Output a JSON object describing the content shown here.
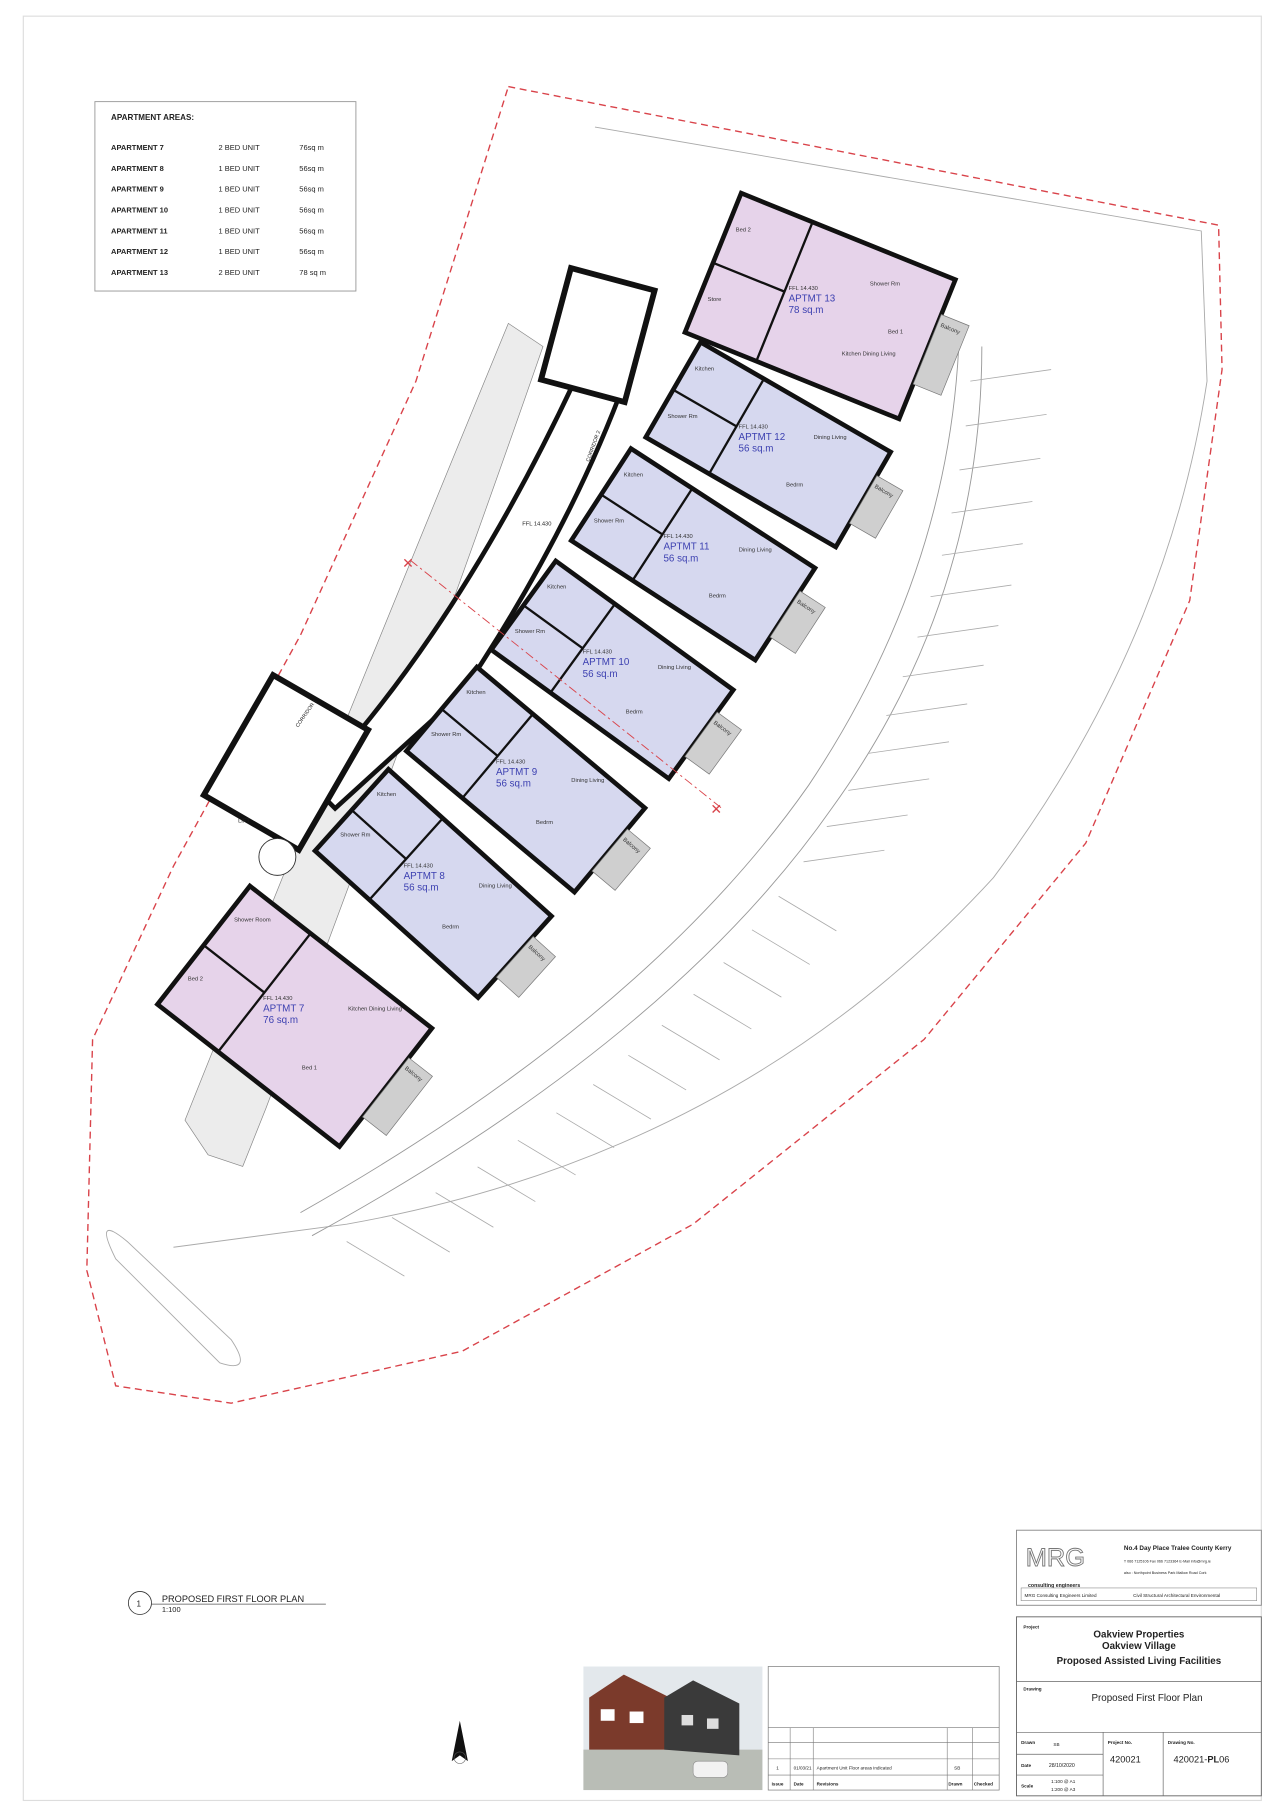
{
  "areas_table": {
    "title": "APARTMENT AREAS:",
    "rows": [
      {
        "name": "APARTMENT 7",
        "type": "2 BED UNIT",
        "area": "76sq m"
      },
      {
        "name": "APARTMENT 8",
        "type": "1 BED UNIT",
        "area": "56sq m"
      },
      {
        "name": "APARTMENT 9",
        "type": "1 BED UNIT",
        "area": "56sq m"
      },
      {
        "name": "APARTMENT 10",
        "type": "1 BED UNIT",
        "area": "56sq m"
      },
      {
        "name": "APARTMENT 11",
        "type": "1 BED UNIT",
        "area": "56sq m"
      },
      {
        "name": "APARTMENT 12",
        "type": "1 BED UNIT",
        "area": "56sq m"
      },
      {
        "name": "APARTMENT 13",
        "type": "2 BED UNIT",
        "area": "78 sq m"
      }
    ]
  },
  "plan": {
    "apartments": [
      {
        "label": "APTMT 13",
        "area": "78 sq.m",
        "rooms": [
          "Bed 2",
          "Store",
          "Kitchen Dining Living",
          "Shower Rm",
          "Bed 1"
        ],
        "color": "#e6d3ea"
      },
      {
        "label": "APTMT 12",
        "area": "56 sq.m",
        "rooms": [
          "Kitchen",
          "Shower Rm",
          "Bedrm",
          "Dining Living"
        ],
        "color": "#d6d8ef"
      },
      {
        "label": "APTMT 11",
        "area": "56 sq.m",
        "rooms": [
          "Kitchen",
          "Shower Rm",
          "Bedrm",
          "Dining Living"
        ],
        "color": "#d6d8ef"
      },
      {
        "label": "APTMT 10",
        "area": "56 sq.m",
        "rooms": [
          "Kitchen",
          "Shower Rm",
          "Bedrm",
          "Dining Living"
        ],
        "color": "#d6d8ef"
      },
      {
        "label": "APTMT 9",
        "area": "56 sq.m",
        "rooms": [
          "Kitchen",
          "Shower Rm",
          "Bedrm",
          "Dining Living"
        ],
        "color": "#d6d8ef"
      },
      {
        "label": "APTMT 8",
        "area": "56 sq.m",
        "rooms": [
          "Kitchen",
          "Shower Rm",
          "Bedrm",
          "Dining Living"
        ],
        "color": "#d6d8ef"
      },
      {
        "label": "APTMT 7",
        "area": "76 sq.m",
        "rooms": [
          "Shower Room",
          "Bed 2",
          "Bed 1",
          "Kitchen Dining Living"
        ],
        "color": "#e6d3ea"
      }
    ],
    "balcony": "Balcony",
    "ffl": "FFL 14.430",
    "corridor_1": "CORRIDOR 1",
    "corridor_2": "CORRIDOR 2",
    "lift": "LIFT",
    "boundary_color": "#d9434a"
  },
  "plan_title": {
    "number": "1",
    "title": "PROPOSED FIRST FLOOR PLAN",
    "scale": "1:100"
  },
  "revisions": {
    "rows": [
      {
        "issue": "1",
        "date": "01/03/21",
        "revision": "Apartment Unit Floor areas indicated",
        "drawn": "SB",
        "checked": ""
      }
    ],
    "headers": {
      "issue": "Issue",
      "date": "Date",
      "revision": "Revisions",
      "drawn": "Drawn",
      "checked": "Checked"
    }
  },
  "title_block": {
    "logo": "MRG",
    "logo_sub": "consulting engineers",
    "address": "No.4 Day Place Tralee County Kerry",
    "contact": "T 066 7125106 Fax 066 7123364 E-Mail info@mrg.ie",
    "also": "also : Northpoint Business Park Mallow Road Cork",
    "company": "MRG Consulting Engineers Limited",
    "disciplines": "Civil Structural Architectural Environmental",
    "project_label": "Project",
    "project_lines": [
      "Oakview Properties",
      "Oakview Village",
      "Proposed Assisted Living Facilities"
    ],
    "drawing_label": "Drawing",
    "drawing": "Proposed First Floor Plan",
    "drawn_label": "Drawn",
    "drawn": "SB",
    "date_label": "Date",
    "date": "28/10/2020",
    "scale_label": "Scale",
    "scale_lines": [
      "1:100 @ A1",
      "1:200 @ A3"
    ],
    "project_no_label": "Project No.",
    "project_no": "420021",
    "drawing_no_label": "Drawing No.",
    "drawing_no_prefix": "420021-",
    "drawing_no_bold": "PL",
    "drawing_no_suffix": "06"
  }
}
